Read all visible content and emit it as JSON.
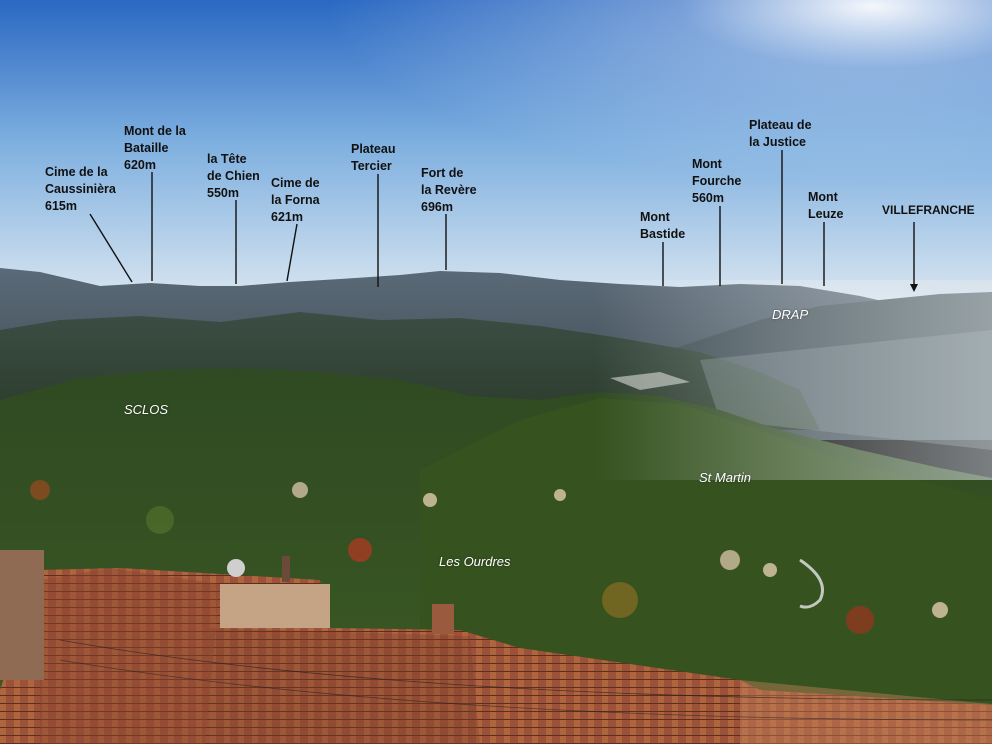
{
  "peaks": [
    {
      "id": "caussiniera",
      "lines": [
        "Cime de la",
        "Caussinièra",
        "615m"
      ]
    },
    {
      "id": "bataille",
      "lines": [
        "Mont de la",
        "Bataille",
        "620m"
      ]
    },
    {
      "id": "tete-chien",
      "lines": [
        "la Tête",
        "de Chien",
        "550m"
      ]
    },
    {
      "id": "forna",
      "lines": [
        "Cime de",
        "la Forna",
        "621m"
      ]
    },
    {
      "id": "tercier",
      "lines": [
        "Plateau",
        "Tercier"
      ]
    },
    {
      "id": "revere",
      "lines": [
        "Fort de",
        "la Revère",
        "696m"
      ]
    },
    {
      "id": "bastide",
      "lines": [
        "Mont",
        "Bastide"
      ]
    },
    {
      "id": "fourche",
      "lines": [
        "Mont",
        "Fourche",
        "560m"
      ]
    },
    {
      "id": "justice",
      "lines": [
        "Plateau de",
        "la Justice"
      ]
    },
    {
      "id": "leuze",
      "lines": [
        "Mont",
        "Leuze"
      ]
    },
    {
      "id": "villefranche",
      "lines": [
        "VILLEFRANCHE"
      ]
    }
  ],
  "places": {
    "drap": "DRAP",
    "sclos": "SCLOS",
    "st_martin": "St Martin",
    "les_ourdres": "Les Ourdres"
  },
  "colors": {
    "sky_top": "#2d6bc4",
    "sky_horizon": "#dfe9f2",
    "mountain_far": "#54606b",
    "forest": "#2f4a1e",
    "roof_tile": "#a2593c"
  }
}
